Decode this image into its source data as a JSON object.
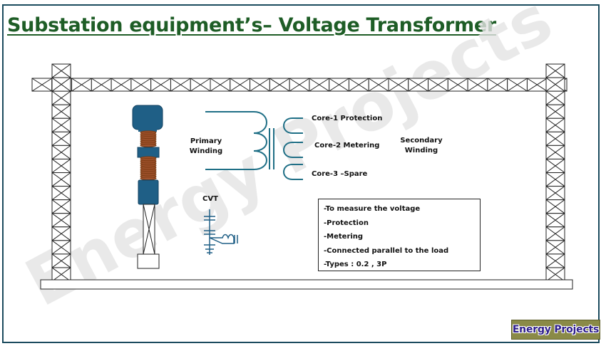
{
  "title": "Substation equipment’s– Voltage Transformer",
  "watermark": "Energy Projects",
  "labels": {
    "primary_winding": "Primary Winding",
    "secondary_winding": "Secondary Winding",
    "core1": "Core-1 Protection",
    "core2": "Core-2 Metering",
    "core3": "Core-3 –Spare",
    "cvt": "CVT"
  },
  "info_items": [
    "-To measure the voltage",
    "-Protection",
    "-Metering",
    "-Connected parallel to the load",
    "-Types : 0.2 , 3P"
  ],
  "badge": "Energy Projects",
  "colors": {
    "title": "#1e5d26",
    "frame": "#1b4b5e",
    "insulator_body": "#1f5f86",
    "insulator_coil": "#a0522d",
    "winding": "#1f6f86",
    "badge_bg": "#8a8a47",
    "badge_text": "#2d1d8c"
  }
}
